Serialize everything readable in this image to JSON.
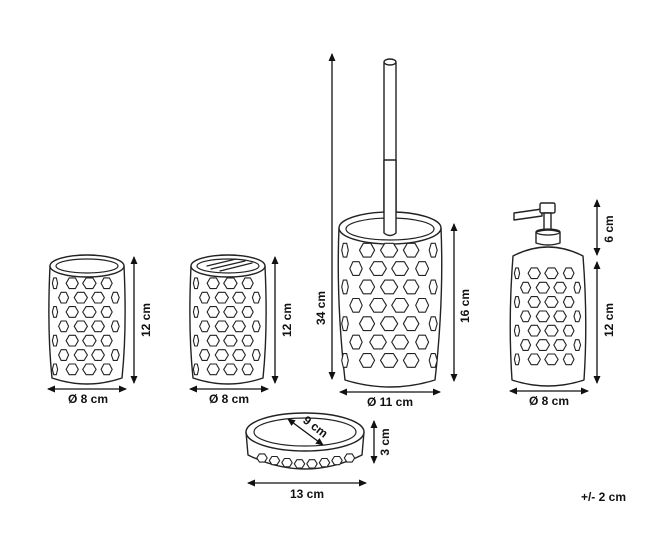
{
  "items": [
    {
      "name": "tumbler",
      "width_label": "Ø 8 cm",
      "height_label": "12 cm"
    },
    {
      "name": "toothbrush-holder",
      "width_label": "Ø 8 cm",
      "height_label": "12 cm"
    },
    {
      "name": "toilet-brush",
      "width_label": "Ø 11 cm",
      "height_label": "16 cm",
      "total_height_label": "34 cm"
    },
    {
      "name": "soap-dispenser",
      "width_label": "Ø 8 cm",
      "height_label": "12 cm",
      "pump_height_label": "6 cm"
    },
    {
      "name": "soap-dish",
      "width_label": "13 cm",
      "depth_label": "9 cm",
      "height_label": "3 cm"
    }
  ],
  "tolerance": "+/- 2 cm",
  "colors": {
    "line": "#222222",
    "background": "#ffffff"
  }
}
